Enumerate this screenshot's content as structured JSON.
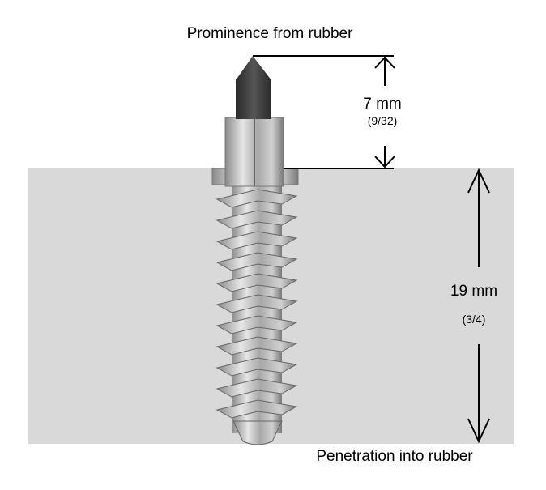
{
  "title": "Prominence from rubber",
  "bottom_label": "Penetration into rubber",
  "prominence": {
    "metric": "7 mm",
    "imperial": "(9/32)"
  },
  "penetration": {
    "metric": "19 mm",
    "imperial": "(3/4)"
  },
  "colors": {
    "rubber": "#d9d9d9",
    "pin": "#3a3a3a",
    "metal": "#b8b8b8",
    "line": "#000000"
  }
}
